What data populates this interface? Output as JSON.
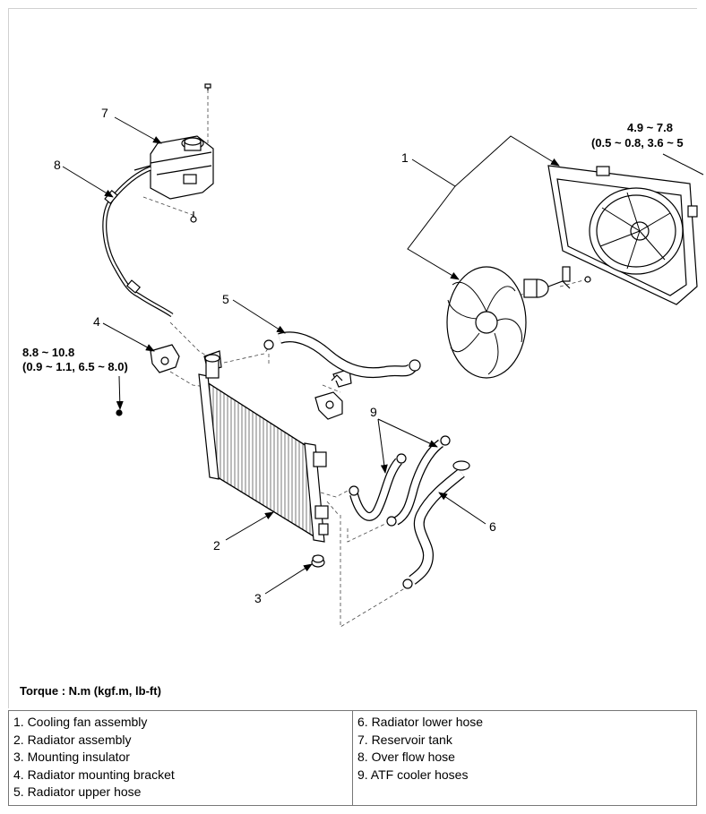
{
  "callouts": [
    "1",
    "2",
    "3",
    "4",
    "5",
    "6",
    "7",
    "8",
    "9"
  ],
  "torque_specs": {
    "fan_shroud": {
      "line1": "4.9 ~ 7.8",
      "line2": "(0.5 ~ 0.8, 3.6 ~ 5"
    },
    "bracket": {
      "line1": "8.8 ~ 10.8",
      "line2": "(0.9 ~ 1.1, 6.5 ~ 8.0)"
    }
  },
  "torque_note": "Torque : N.m (kgf.m, lb-ft)",
  "legend": {
    "left": [
      "1. Cooling fan assembly",
      "2. Radiator assembly",
      "3. Mounting insulator",
      "4. Radiator mounting bracket",
      "5. Radiator upper hose"
    ],
    "right": [
      "6. Radiator lower hose",
      "7. Reservoir tank",
      "8. Over flow hose",
      "9. ATF cooler hoses"
    ]
  }
}
